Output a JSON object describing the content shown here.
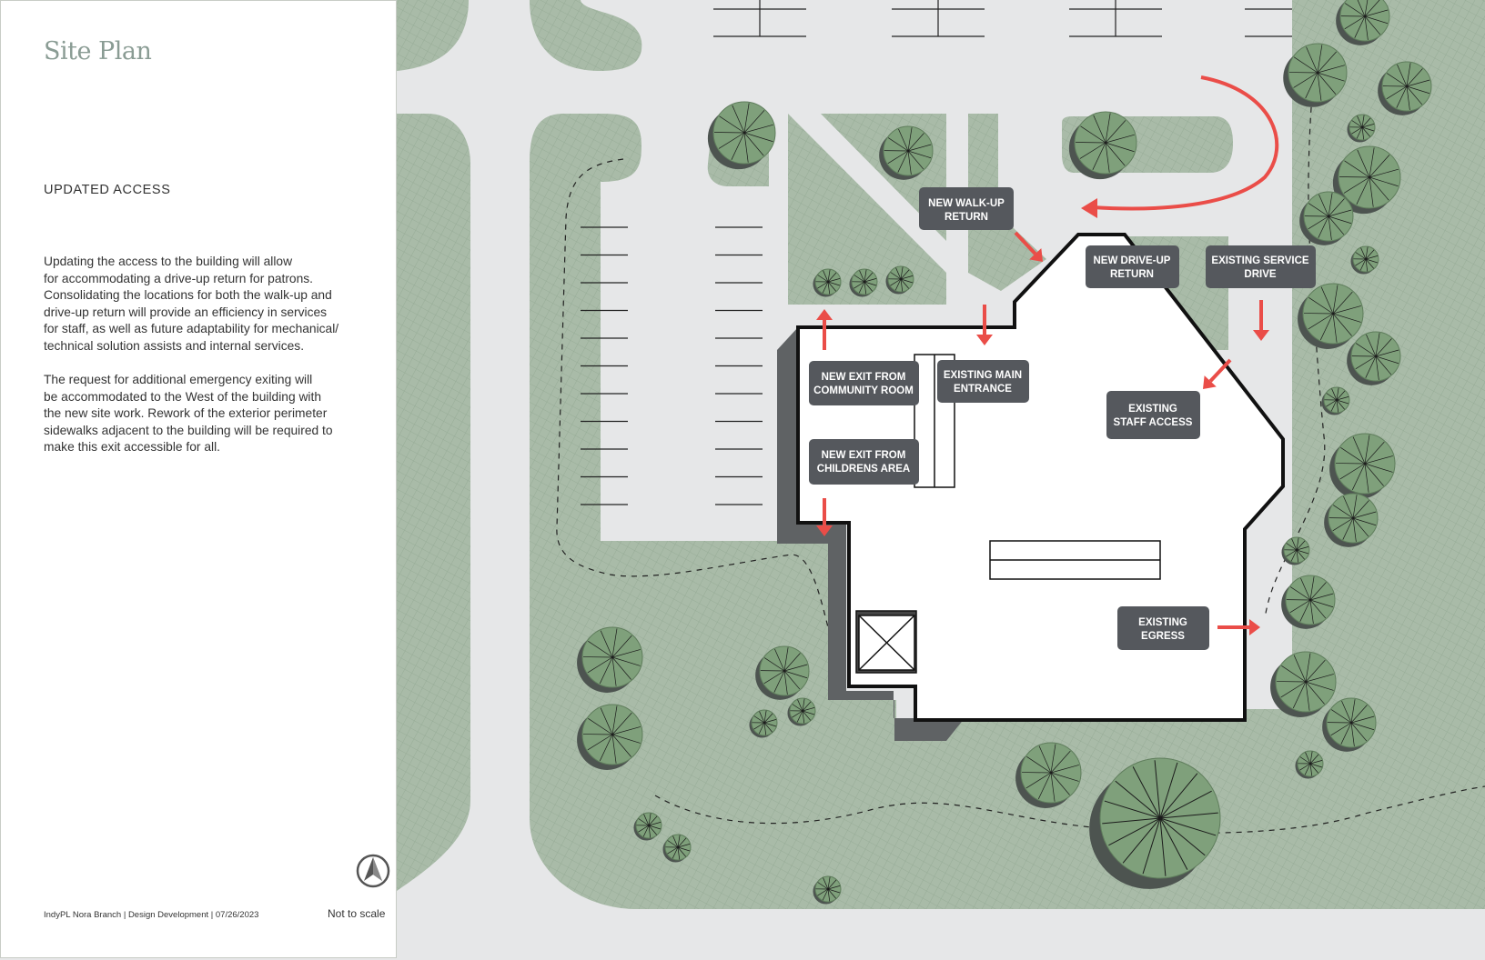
{
  "panel": {
    "title": "Site Plan",
    "subtitle": "UPDATED ACCESS",
    "paragraph_1": "Updating the access to the building will allow\nfor accommodating a drive-up return for patrons.\nConsolidating the locations for both the walk-up and\ndrive-up return will provide an efficiency in services\nfor staff, as well as future adaptability for mechanical/\ntechnical solution assists and internal services.",
    "paragraph_2": "The request for additional emergency exiting will\nbe accommodated to the West of the building with\nthe new site work. Rework of the exterior perimeter\nsidewalks adjacent to the building will be required to\nmake this exit accessible for all.",
    "footer": "IndyPL Nora Branch  |  Design Development  |  07/26/2023",
    "scale_note": "Not to scale",
    "north_arrow_icon": "north-arrow-icon"
  },
  "labels": {
    "new_walkup_return": [
      "NEW WALK-UP",
      "RETURN"
    ],
    "new_driveup_return": [
      "NEW DRIVE-UP",
      "RETURN"
    ],
    "existing_service_drive": [
      "EXISTING SERVICE",
      "DRIVE"
    ],
    "new_exit_community": [
      "NEW EXIT FROM",
      "COMMUNITY ROOM"
    ],
    "existing_main_entrance": [
      "EXISTING MAIN",
      "ENTRANCE"
    ],
    "existing_staff_access": [
      "EXISTING",
      "STAFF ACCESS"
    ],
    "new_exit_childrens": [
      "NEW EXIT FROM",
      "CHILDRENS AREA"
    ],
    "existing_egress": [
      "EXISTING",
      "EGRESS"
    ]
  },
  "colors": {
    "arrow": "#ea4d48",
    "label_box": "#55585d",
    "vegetation": "#a9bba8",
    "tree": "#7fa07b",
    "pavement": "#e6e7e8"
  }
}
